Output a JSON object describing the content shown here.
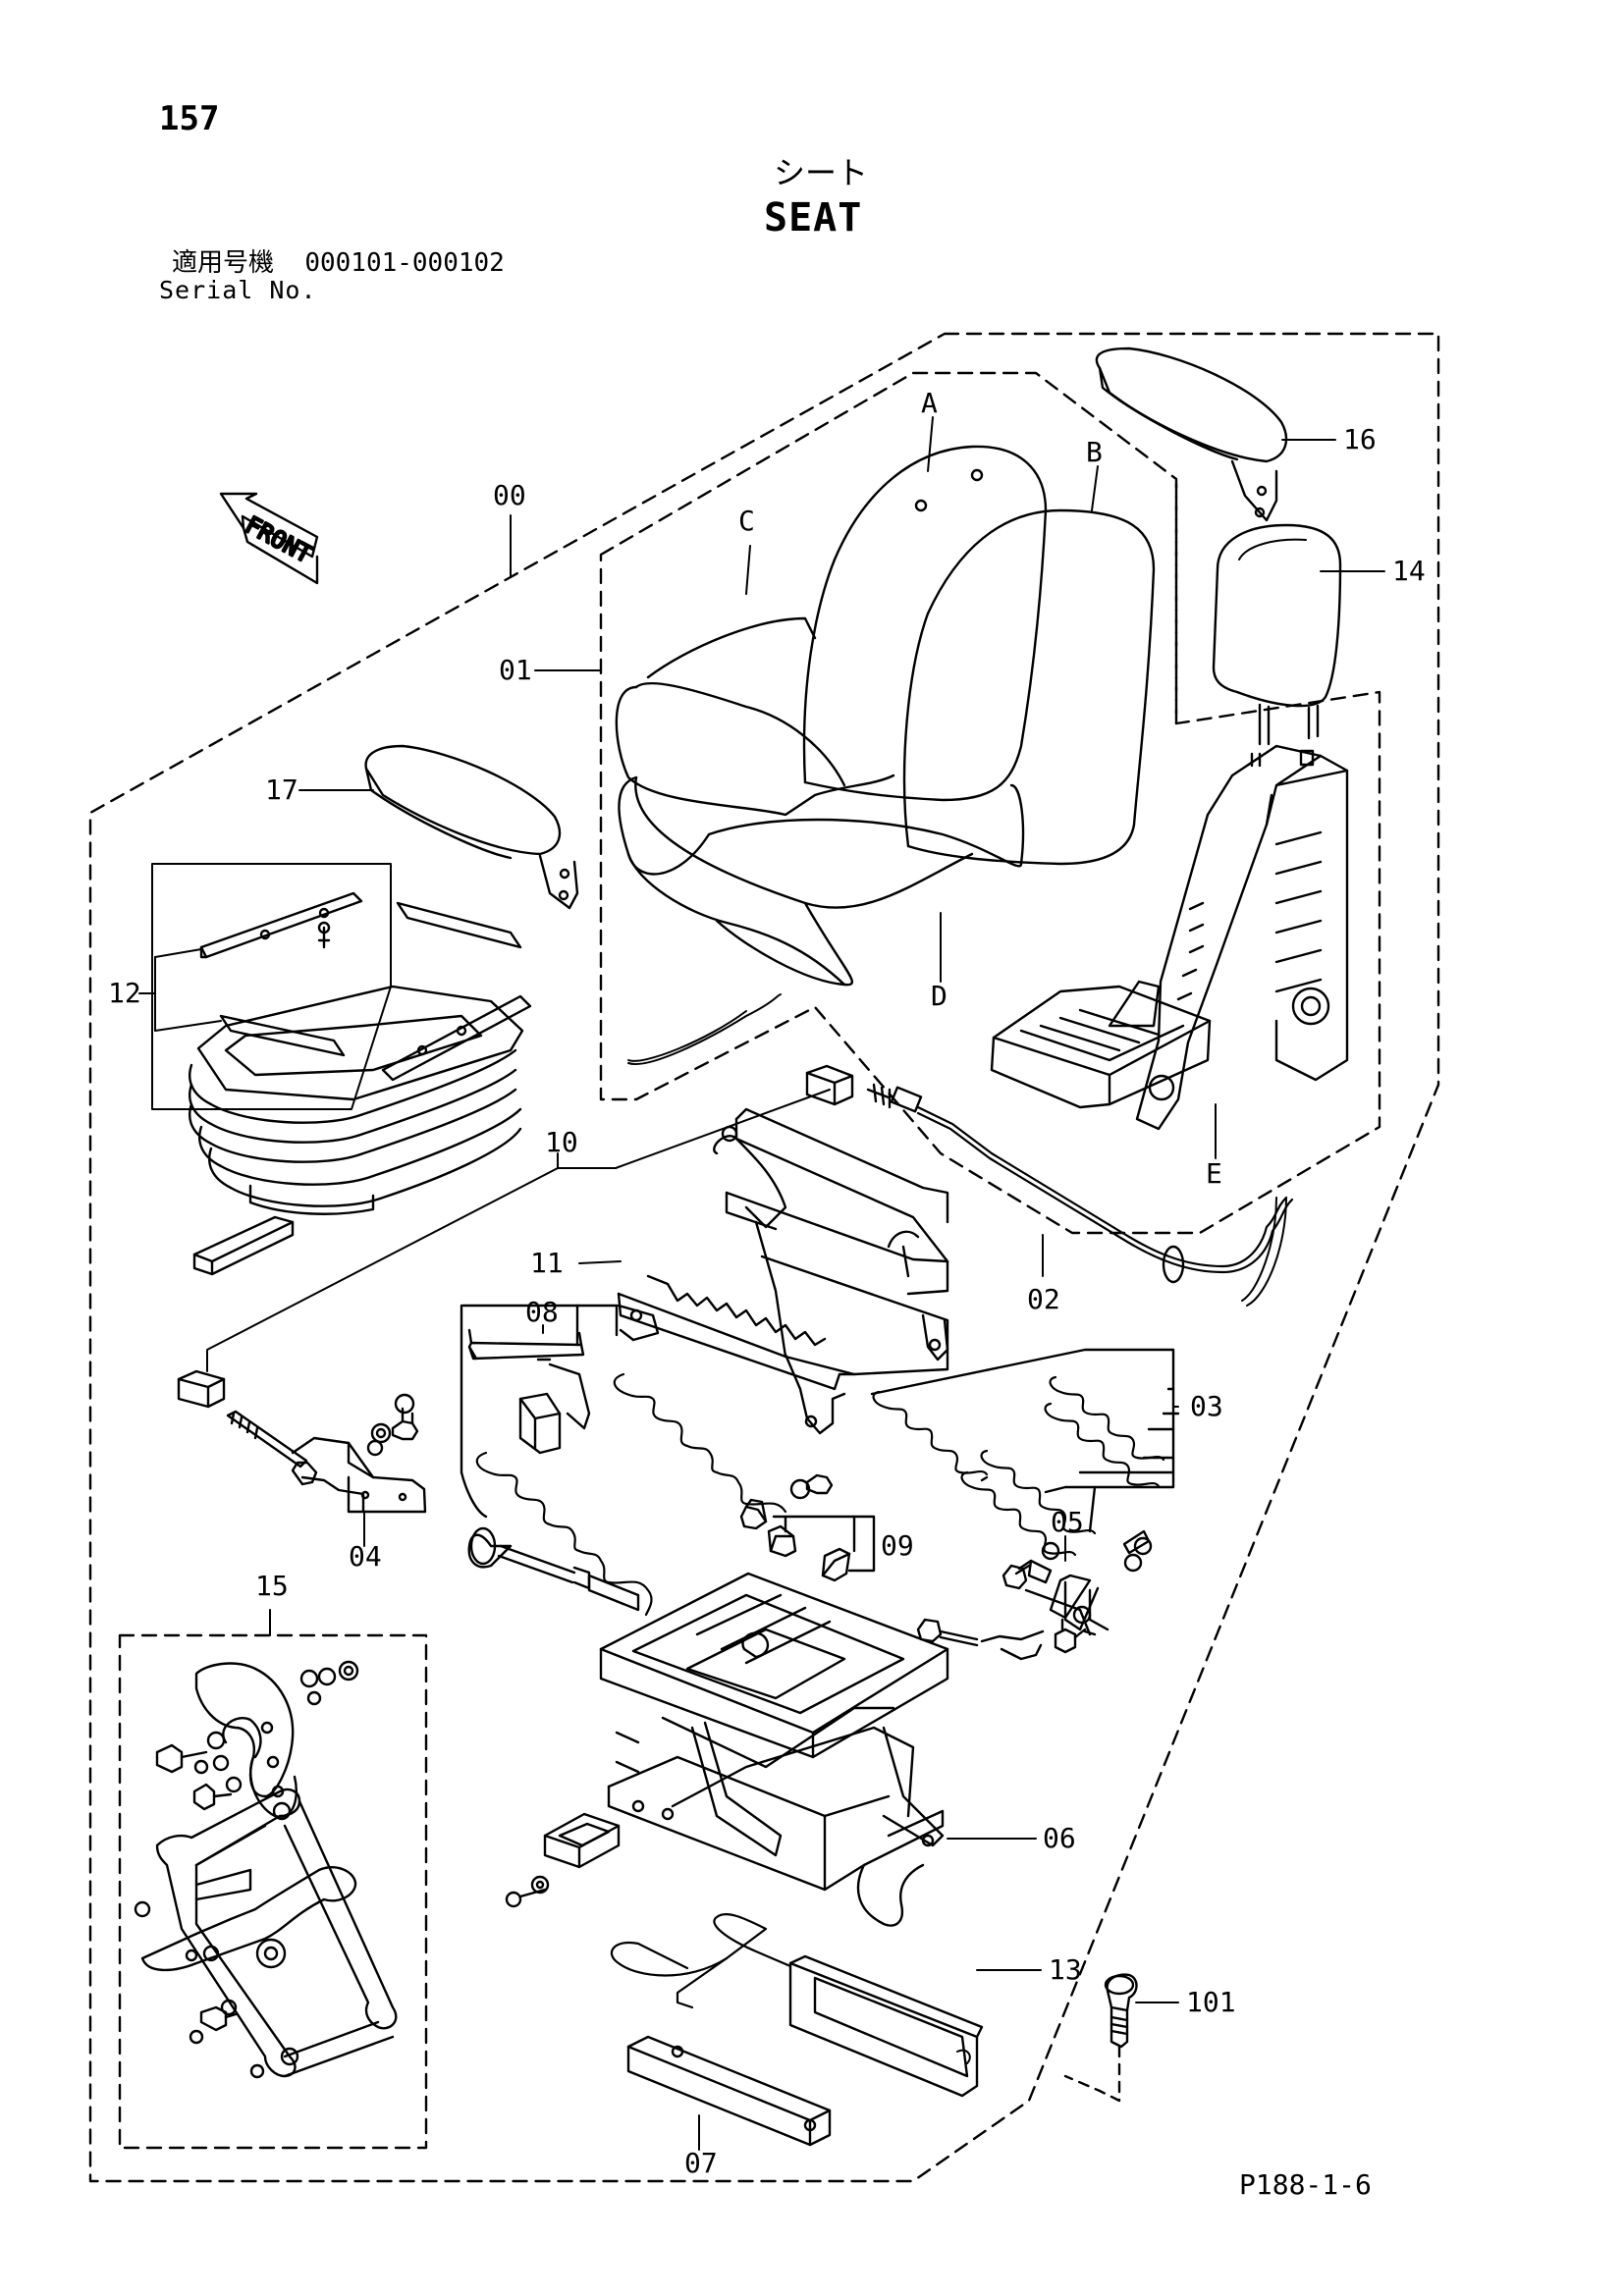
{
  "page_number": "157",
  "title_jp": "シート",
  "title_en": "SEAT",
  "serial": {
    "label_jp": "適用号機",
    "range": "000101-000102",
    "label_en": "Serial No."
  },
  "front_label": "FRONT",
  "figure_ref": "P188-1-6",
  "parts": {
    "p00": "00",
    "p01": "01",
    "p02": "02",
    "p03": "03",
    "p04": "04",
    "p05": "05",
    "p06": "06",
    "p07": "07",
    "p08": "08",
    "p09": "09",
    "p10": "10",
    "p11": "11",
    "p12": "12",
    "p13": "13",
    "p14": "14",
    "p15": "15",
    "p16": "16",
    "p17": "17",
    "p101": "101"
  },
  "sub_parts": {
    "A": "A",
    "B": "B",
    "C": "C",
    "D": "D",
    "E": "E"
  },
  "colors": {
    "ink": "#000000",
    "paper": "#ffffff"
  }
}
